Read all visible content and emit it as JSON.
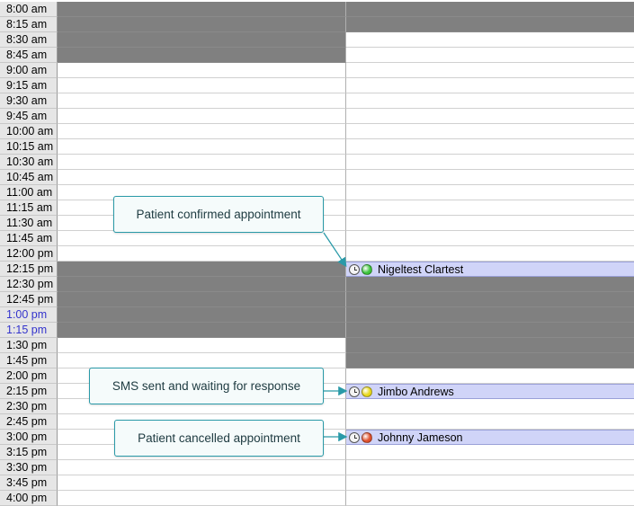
{
  "times": [
    {
      "label": "8:00 am",
      "blue": false,
      "col1": "blocked",
      "col2": "blocked"
    },
    {
      "label": "8:15 am",
      "blue": false,
      "col1": "blocked",
      "col2": "blocked"
    },
    {
      "label": "8:30 am",
      "blue": false,
      "col1": "blocked",
      "col2": "open"
    },
    {
      "label": "8:45 am",
      "blue": false,
      "col1": "blocked",
      "col2": "open"
    },
    {
      "label": "9:00 am",
      "blue": false,
      "col1": "open",
      "col2": "open"
    },
    {
      "label": "9:15 am",
      "blue": false,
      "col1": "open",
      "col2": "open"
    },
    {
      "label": "9:30 am",
      "blue": false,
      "col1": "open",
      "col2": "open"
    },
    {
      "label": "9:45 am",
      "blue": false,
      "col1": "open",
      "col2": "open"
    },
    {
      "label": "10:00 am",
      "blue": false,
      "col1": "open",
      "col2": "open"
    },
    {
      "label": "10:15 am",
      "blue": false,
      "col1": "open",
      "col2": "open"
    },
    {
      "label": "10:30 am",
      "blue": false,
      "col1": "open",
      "col2": "open"
    },
    {
      "label": "10:45 am",
      "blue": false,
      "col1": "open",
      "col2": "open"
    },
    {
      "label": "11:00 am",
      "blue": false,
      "col1": "open",
      "col2": "open"
    },
    {
      "label": "11:15 am",
      "blue": false,
      "col1": "open",
      "col2": "open"
    },
    {
      "label": "11:30 am",
      "blue": false,
      "col1": "open",
      "col2": "open"
    },
    {
      "label": "11:45 am",
      "blue": false,
      "col1": "open",
      "col2": "open"
    },
    {
      "label": "12:00 pm",
      "blue": false,
      "col1": "open",
      "col2": "open"
    },
    {
      "label": "12:15 pm",
      "blue": false,
      "col1": "blocked",
      "col2": "appt",
      "appt": 0
    },
    {
      "label": "12:30 pm",
      "blue": false,
      "col1": "blocked",
      "col2": "blocked"
    },
    {
      "label": "12:45 pm",
      "blue": false,
      "col1": "blocked",
      "col2": "blocked"
    },
    {
      "label": "1:00 pm",
      "blue": true,
      "col1": "blocked",
      "col2": "blocked"
    },
    {
      "label": "1:15 pm",
      "blue": true,
      "col1": "blocked",
      "col2": "blocked"
    },
    {
      "label": "1:30 pm",
      "blue": false,
      "col1": "open",
      "col2": "blocked"
    },
    {
      "label": "1:45 pm",
      "blue": false,
      "col1": "open",
      "col2": "blocked"
    },
    {
      "label": "2:00 pm",
      "blue": false,
      "col1": "open",
      "col2": "open"
    },
    {
      "label": "2:15 pm",
      "blue": false,
      "col1": "open",
      "col2": "appt",
      "appt": 1
    },
    {
      "label": "2:30 pm",
      "blue": false,
      "col1": "open",
      "col2": "open"
    },
    {
      "label": "2:45 pm",
      "blue": false,
      "col1": "open",
      "col2": "open"
    },
    {
      "label": "3:00 pm",
      "blue": false,
      "col1": "open",
      "col2": "appt",
      "appt": 2
    },
    {
      "label": "3:15 pm",
      "blue": false,
      "col1": "open",
      "col2": "open"
    },
    {
      "label": "3:30 pm",
      "blue": false,
      "col1": "open",
      "col2": "open"
    },
    {
      "label": "3:45 pm",
      "blue": false,
      "col1": "open",
      "col2": "open"
    },
    {
      "label": "4:00 pm",
      "blue": false,
      "col1": "open",
      "col2": "open"
    }
  ],
  "appointments": [
    {
      "name": "Nigeltest Clartest",
      "status": "confirmed",
      "status_color": "#3cc43c"
    },
    {
      "name": "Jimbo Andrews",
      "status": "sms-waiting",
      "status_color": "#e8d81c"
    },
    {
      "name": "Johnny Jameson",
      "status": "cancelled",
      "status_color": "#e0502c"
    }
  ],
  "callouts": [
    {
      "text": "Patient confirmed appointment",
      "appt": 0
    },
    {
      "text": "SMS sent and waiting for response",
      "appt": 1
    },
    {
      "text": "Patient cancelled appointment",
      "appt": 2
    }
  ],
  "colors": {
    "blocked": "#808080",
    "appointment": "#d0d4f8",
    "callout_border": "#2a9aa8",
    "time_blue": "#3333cc"
  }
}
